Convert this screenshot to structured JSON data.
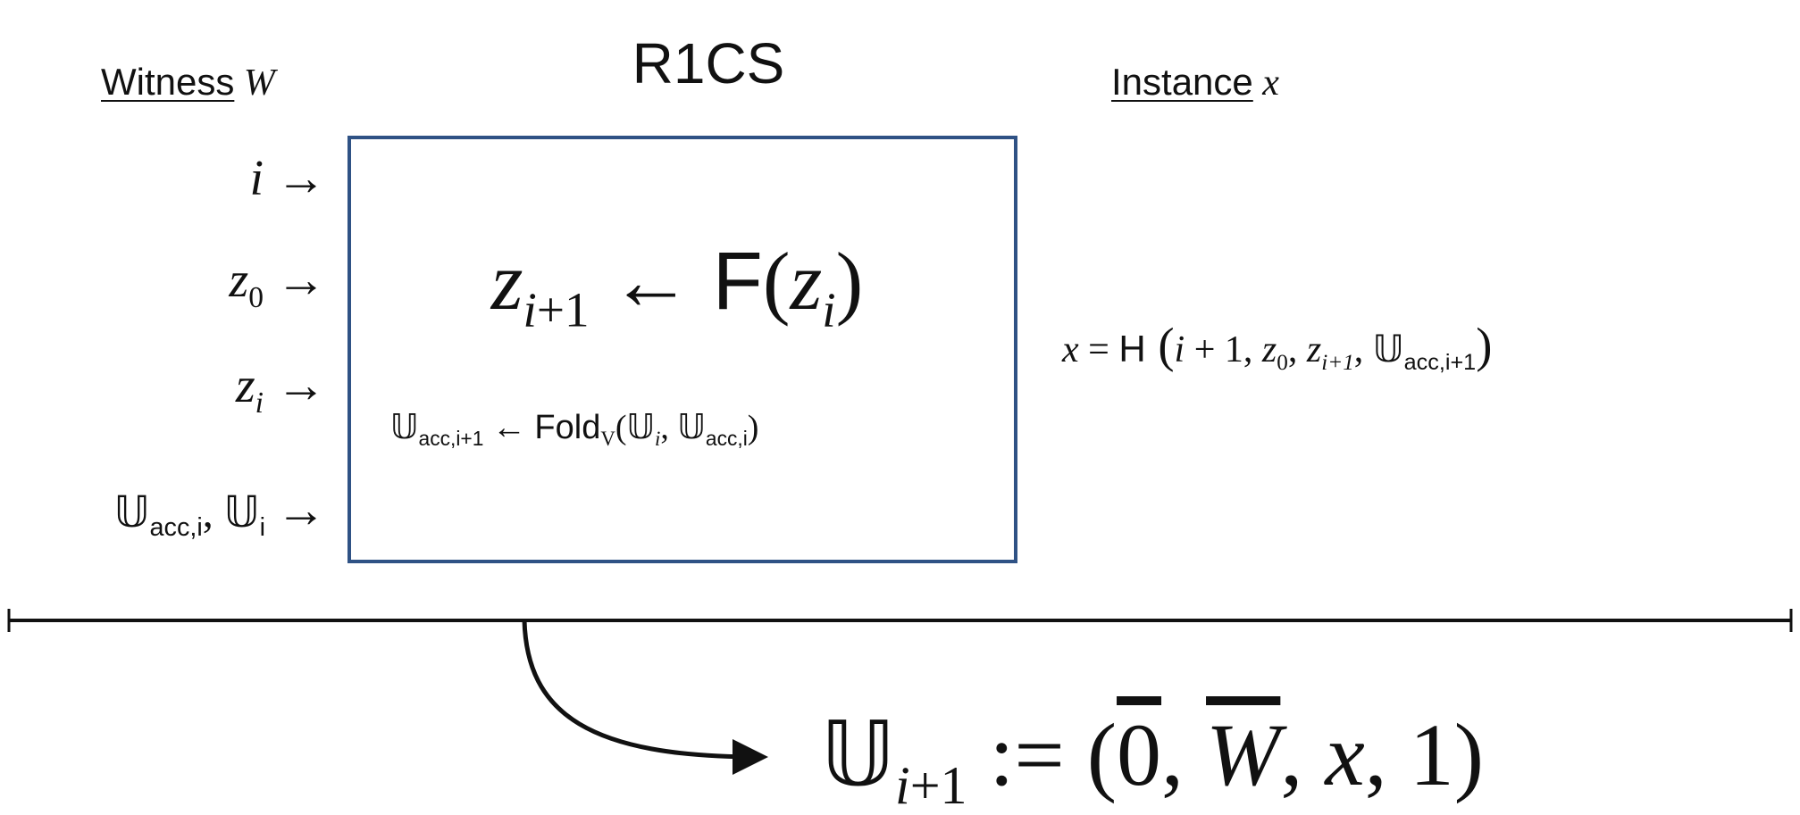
{
  "title": "R1CS",
  "witness_header": {
    "label": "Witness",
    "symbol": "W"
  },
  "instance_header": {
    "label": "Instance",
    "symbol": "x"
  },
  "inputs": [
    {
      "sym": "i",
      "arrow": "→"
    },
    {
      "sym": "z",
      "sub": "0",
      "arrow": "→"
    },
    {
      "sym": "z",
      "sub": "i",
      "arrow": "→"
    },
    {
      "sym1": "𝕌",
      "sub1": "acc,i",
      "sep": ", ",
      "sym2": "𝕌",
      "sub2": "i",
      "arrow": "→"
    }
  ],
  "box": {
    "step": {
      "lhs": "z",
      "lhs_sub": "i+1",
      "arrow": " ← ",
      "fn": "F",
      "open": "(",
      "arg": "z",
      "arg_sub": "i",
      "close": ")"
    },
    "fold": {
      "lhs": "𝕌",
      "lhs_sub": "acc,i+1",
      "arrow": " ← ",
      "fn": "Fold",
      "fn_sub": "V",
      "open": "(",
      "a1": "𝕌",
      "a1_sub": "i",
      "comma": ", ",
      "a2": "𝕌",
      "a2_sub": "acc,i",
      "close": ")"
    }
  },
  "instance_eq": {
    "x": "x",
    "eq": " = ",
    "fn": "H",
    "open": " (",
    "t1": "i",
    "t1b": " + 1, ",
    "t2": "z",
    "t2_sub": "0",
    "c2": ", ",
    "t3": "z",
    "t3_sub": "i+1",
    "c3": ", ",
    "t4": "𝕌",
    "t4_sub": "acc,i+1",
    "close": ")"
  },
  "result": {
    "lhs": "𝕌",
    "lhs_sub": "i+1",
    "assign": " := ",
    "open": "(",
    "zero": "0",
    "c1": ", ",
    "w": "W",
    "c2": ", ",
    "x": "x",
    "c3": ", ",
    "one": "1",
    "close": ")"
  },
  "colors": {
    "box_border": "#2f5285",
    "ink": "#111111"
  }
}
